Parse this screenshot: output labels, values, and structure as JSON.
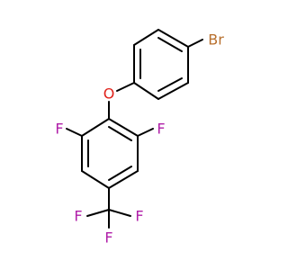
{
  "molecule": {
    "atoms": {
      "br": {
        "symbol": "Br",
        "color": "#b8702e"
      },
      "o": {
        "symbol": "O",
        "color": "#e0211a"
      },
      "f_left": {
        "symbol": "F",
        "color": "#b01ea8"
      },
      "f_right": {
        "symbol": "F",
        "color": "#b01ea8"
      },
      "f_cf3_left": {
        "symbol": "F",
        "color": "#b01ea8"
      },
      "f_cf3_right": {
        "symbol": "F",
        "color": "#b01ea8"
      },
      "f_cf3_bottom": {
        "symbol": "F",
        "color": "#b01ea8"
      }
    }
  }
}
